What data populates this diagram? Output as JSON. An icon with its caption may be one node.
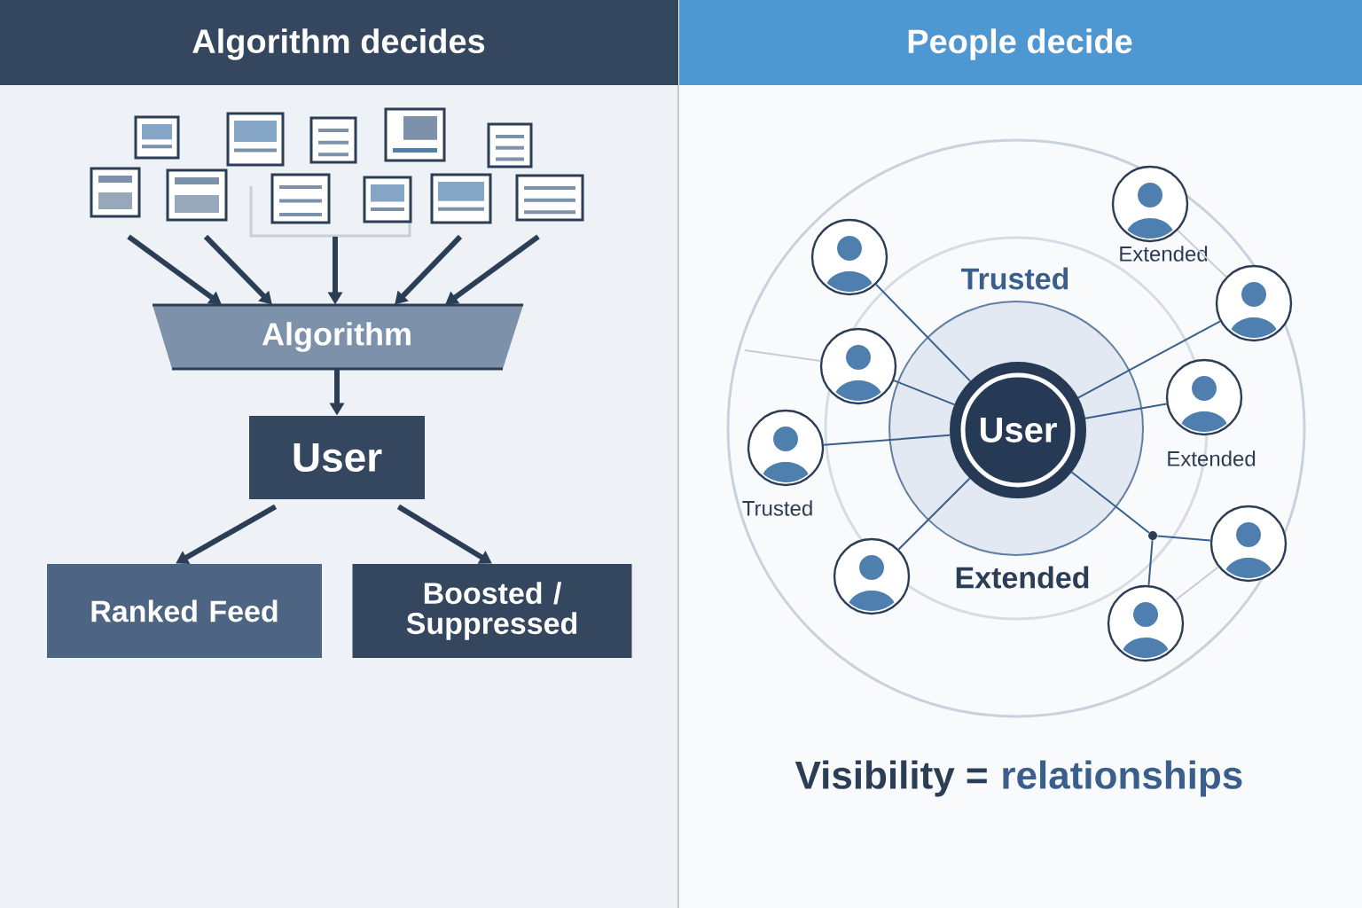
{
  "diagram": {
    "nodes": [
      {
        "text": [
          "Algorithm decides"
        ]
      },
      {
        "text": [
          "People decide"
        ]
      },
      {
        "text": [
          "Algorithm"
        ]
      },
      {
        "text": [
          "User"
        ]
      },
      {
        "text": [
          "Ranked Feed"
        ]
      },
      {
        "text": [
          "Boosted / Suppressed"
        ]
      },
      {
        "text": [
          "User"
        ]
      },
      {
        "text": [],
        "shape": "person"
      },
      {
        "text": [],
        "shape": "person"
      },
      {
        "text": [],
        "shape": "person",
        "beside": [
          "Trusted"
        ]
      },
      {
        "text": [],
        "shape": "person"
      },
      {
        "text": [],
        "shape": "person",
        "beside": [
          "Extended"
        ]
      },
      {
        "text": [],
        "shape": "person"
      },
      {
        "text": [],
        "shape": "person",
        "beside": [
          "Extended"
        ]
      },
      {
        "text": [],
        "shape": "circle"
      },
      {
        "text": [],
        "shape": "person"
      },
      {
        "text": [],
        "shape": "person"
      },
      {
        "text": [],
        "shape": "picture"
      }
    ],
    "edges": [
      {
        "from": 17,
        "to": 2,
        "arrow": "to",
        "style": "thick"
      },
      {
        "from": 17,
        "to": 2,
        "arrow": "to",
        "style": "thick"
      },
      {
        "from": 17,
        "to": 2,
        "arrow": "to",
        "style": "thick"
      },
      {
        "from": 17,
        "to": 2,
        "arrow": "to",
        "style": "thick"
      },
      {
        "from": 17,
        "to": 2,
        "arrow": "to",
        "style": "thick"
      },
      {
        "from": 2,
        "to": 3,
        "arrow": "to",
        "style": "thick"
      },
      {
        "from": 3,
        "to": 4,
        "arrow": "to",
        "style": "thick"
      },
      {
        "from": 3,
        "to": 5,
        "arrow": "to",
        "style": "thick"
      },
      {
        "from": 6,
        "to": 7,
        "arrow": "none"
      },
      {
        "from": 6,
        "to": 8,
        "arrow": "none"
      },
      {
        "from": 6,
        "to": 9,
        "arrow": "none"
      },
      {
        "from": 6,
        "to": 10,
        "arrow": "none"
      },
      {
        "from": 6,
        "to": 12,
        "arrow": "none"
      },
      {
        "from": 6,
        "to": 13,
        "arrow": "none"
      },
      {
        "from": 6,
        "to": 14,
        "arrow": "none"
      },
      {
        "from": 14,
        "to": 15,
        "arrow": "none"
      },
      {
        "from": 14,
        "to": 16,
        "arrow": "none"
      },
      {
        "from": 11,
        "to": 12,
        "arrow": "none",
        "color": "#c5ccd6"
      },
      {
        "from": 15,
        "to": 16,
        "arrow": "none",
        "color": "#c5ccd6"
      },
      {
        "from": null,
        "to": 8,
        "arrow": "none",
        "color": "#c5ccd6"
      }
    ],
    "labels": [
      "Trusted",
      "Extended",
      "Visibility =",
      "relationships"
    ]
  }
}
